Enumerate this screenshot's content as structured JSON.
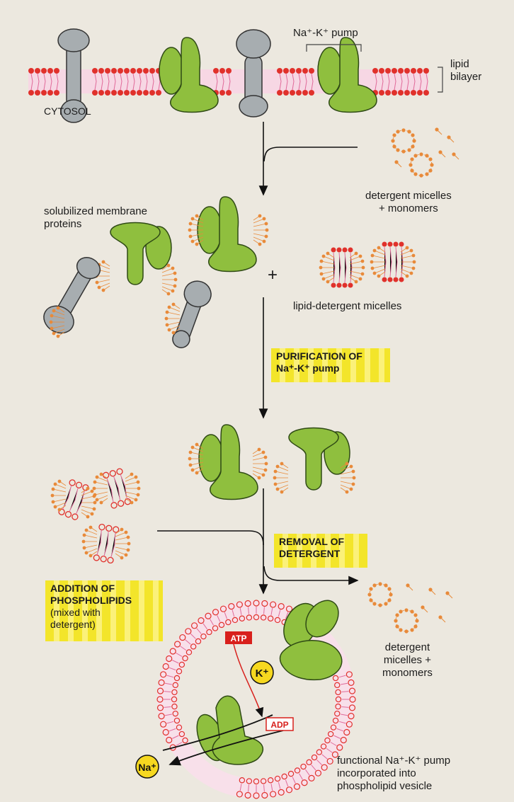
{
  "labels": {
    "pump_top": "Na⁺-K⁺ pump",
    "lipid_bilayer": "lipid\nbilayer",
    "cytosol": "CYTOSOL",
    "detergent_micelles_top": "detergent micelles\n+ monomers",
    "solubilized": "solubilized membrane\nproteins",
    "plus": "+",
    "lipid_detergent": "lipid-detergent micelles",
    "purification": "PURIFICATION OF\nNa⁺-K⁺ pump",
    "removal": "REMOVAL OF\nDETERGENT",
    "addition_title": "ADDITION OF\nPHOSPHOLIPIDS",
    "addition_note": "(mixed with\ndetergent)",
    "detergent_micelles_bottom": "detergent\nmicelles +\nmonomers",
    "atp": "ATP",
    "adp": "ADP",
    "k_ion": "K⁺",
    "na_ion": "Na⁺",
    "functional": "functional Na⁺-K⁺ pump\nincorporated into\nphospholipid vesicle"
  },
  "colors": {
    "protein_green": "#8fbf3e",
    "protein_dark": "#4f7a23",
    "gray_protein": "#a7adb0",
    "lipid_head": "#e0312b",
    "lipid_tail": "#e06a9a",
    "detergent": "#e88a3a",
    "yellow": "#f3e52a",
    "atp_red": "#d8201c"
  }
}
